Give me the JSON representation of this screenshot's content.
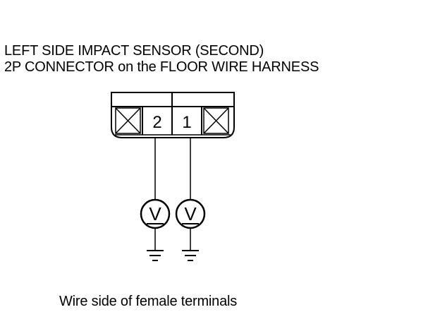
{
  "title": {
    "line1": "LEFT SIDE IMPACT SENSOR (SECOND)",
    "line2": "2P CONNECTOR on the FLOOR WIRE HARNESS"
  },
  "connector": {
    "pins": [
      {
        "number": "2"
      },
      {
        "number": "1"
      }
    ],
    "empty_cavities": 2
  },
  "meters": [
    {
      "symbol": "V",
      "icon": "voltmeter-icon",
      "pin": "2"
    },
    {
      "symbol": "V",
      "icon": "voltmeter-icon",
      "pin": "1"
    }
  ],
  "caption": "Wire side of female terminals"
}
